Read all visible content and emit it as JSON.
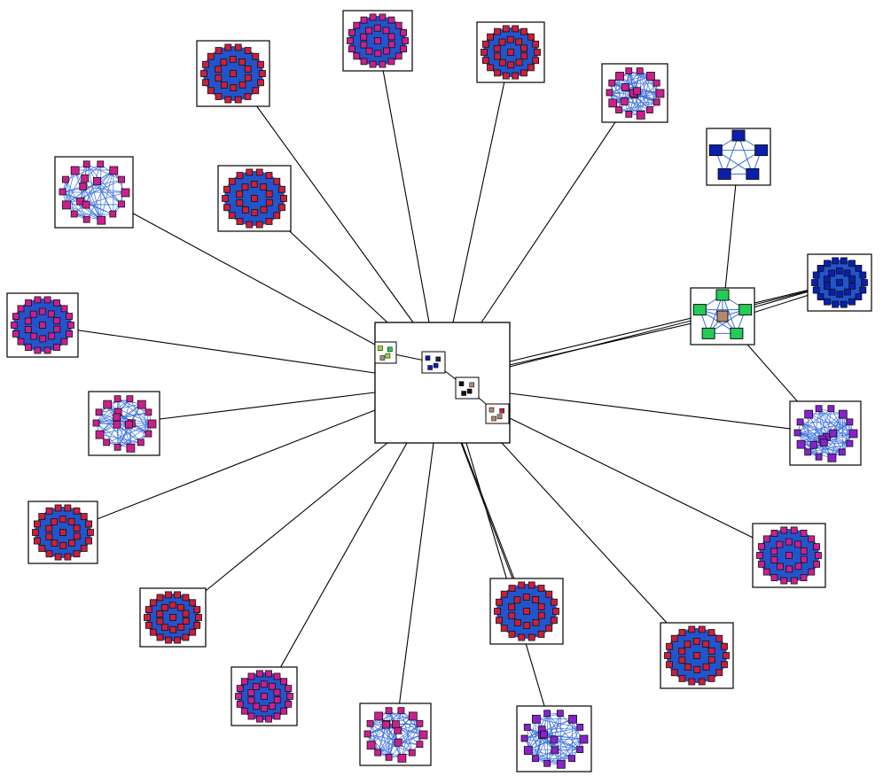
{
  "palette": {
    "background": "#ffffff",
    "edge": "#000000",
    "cluster_fill": "#2255cc",
    "inner_edge": "#3a6fe0",
    "magenta_node": "#cc1f8f",
    "red_node": "#cc1f3a",
    "purple_node": "#8822cc",
    "navy_node": "#0a1fb0",
    "green_node": "#22cc55",
    "lime_node": "#99dd33",
    "tan_node": "#b08a70",
    "node_stroke": "#111111"
  },
  "diagram": {
    "hub": {
      "id": "hub",
      "sub_clusters": [
        "sub-1",
        "sub-2",
        "sub-3",
        "sub-4"
      ]
    },
    "clusters": [
      {
        "id": "c1",
        "style": "dense",
        "color": "red_node",
        "links": [
          "hub"
        ]
      },
      {
        "id": "c2",
        "style": "dense",
        "color": "magenta_node",
        "links": [
          "hub"
        ]
      },
      {
        "id": "c3",
        "style": "dense",
        "color": "red_node",
        "links": [
          "hub"
        ]
      },
      {
        "id": "c4",
        "style": "mesh",
        "color": "magenta_node",
        "links": [
          "hub"
        ]
      },
      {
        "id": "c5",
        "style": "ring",
        "color": "navy_node",
        "links": [
          "c-green"
        ]
      },
      {
        "id": "c-green",
        "style": "ring",
        "color": "green_node",
        "links": [
          "hub",
          "c7",
          "c8"
        ]
      },
      {
        "id": "c7",
        "style": "dense",
        "color": "navy_node",
        "links": [
          "hub"
        ]
      },
      {
        "id": "c8",
        "style": "mesh",
        "color": "purple_node",
        "links": [
          "hub"
        ]
      },
      {
        "id": "c9",
        "style": "dense",
        "color": "magenta_node",
        "links": [
          "hub"
        ]
      },
      {
        "id": "c10",
        "style": "dense",
        "color": "red_node",
        "links": [
          "hub"
        ]
      },
      {
        "id": "c11",
        "style": "dense",
        "color": "red_node",
        "links": [
          "hub"
        ]
      },
      {
        "id": "c12",
        "style": "mesh",
        "color": "purple_node",
        "links": [
          "hub"
        ]
      },
      {
        "id": "c13",
        "style": "mesh",
        "color": "magenta_node",
        "links": [
          "hub"
        ]
      },
      {
        "id": "c14",
        "style": "dense",
        "color": "magenta_node",
        "links": [
          "hub"
        ]
      },
      {
        "id": "c15",
        "style": "dense",
        "color": "red_node",
        "links": [
          "hub"
        ]
      },
      {
        "id": "c16",
        "style": "dense",
        "color": "red_node",
        "links": [
          "hub"
        ]
      },
      {
        "id": "c17",
        "style": "mesh",
        "color": "magenta_node",
        "links": [
          "hub"
        ]
      },
      {
        "id": "c18",
        "style": "dense",
        "color": "magenta_node",
        "links": [
          "hub"
        ]
      },
      {
        "id": "c19",
        "style": "dense",
        "color": "red_node",
        "links": [
          "hub"
        ]
      },
      {
        "id": "c20",
        "style": "mesh",
        "color": "magenta_node",
        "links": [
          "hub"
        ]
      }
    ]
  }
}
